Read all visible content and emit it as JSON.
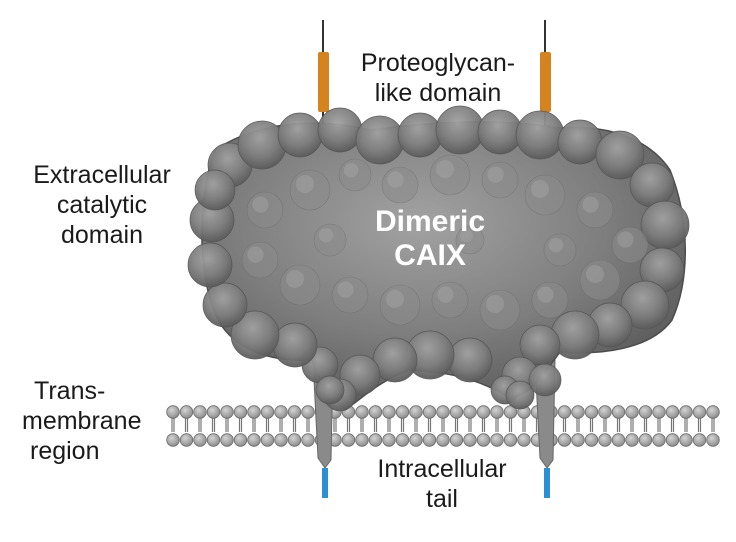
{
  "labels": {
    "proteoglycan_line1": "Proteoglycan-",
    "proteoglycan_line2": "like domain",
    "extracellular_line1": "Extracellular",
    "extracellular_line2": "catalytic",
    "extracellular_line3": "domain",
    "center_line1": "Dimeric",
    "center_line2": "CAIX",
    "transmembrane_line1": "Trans-",
    "transmembrane_line2": "membrane",
    "transmembrane_line3": "region",
    "intracellular_line1": "Intracellular",
    "intracellular_line2": "tail"
  },
  "colors": {
    "proteoglycan_domain": "#d4831f",
    "intracellular_tail": "#2b8fd6",
    "protein_surface": "#8a8a8a",
    "membrane_lipid": "#a8a8a8"
  }
}
